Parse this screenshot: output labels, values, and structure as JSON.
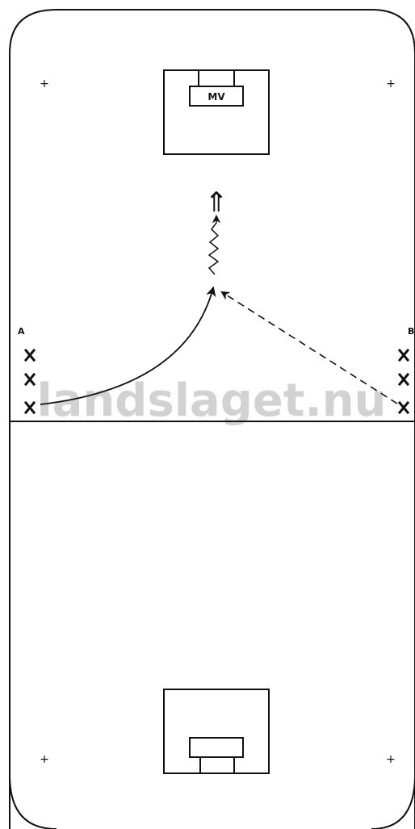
{
  "diagram": {
    "goalie_label": "MV",
    "group_a_label": "A",
    "group_b_label": "B",
    "player_marker": "×",
    "shot_arrow": "⇑",
    "watermark": "landslaget.nu",
    "players_per_group": 3
  },
  "colors": {
    "line": "#111111",
    "watermark": "#bdbdbd",
    "background": "#ffffff"
  }
}
